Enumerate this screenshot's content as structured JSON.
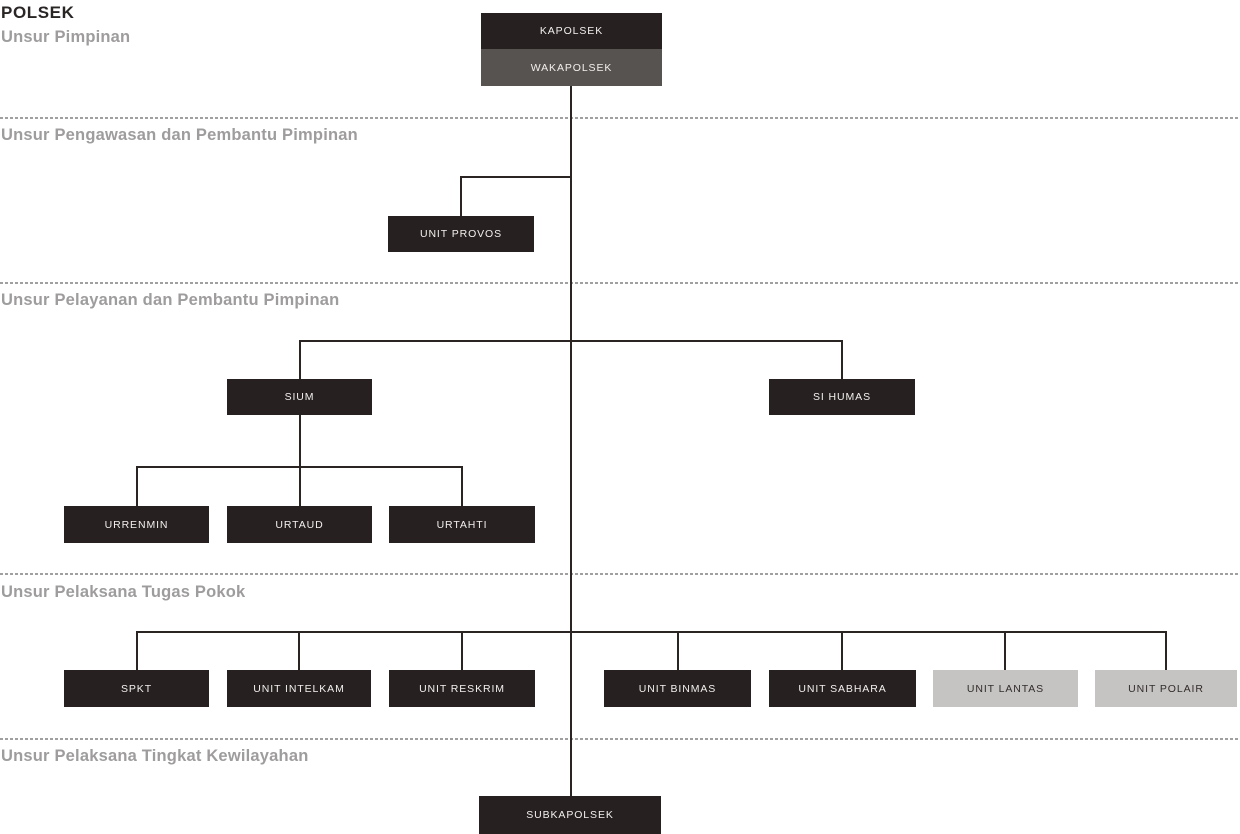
{
  "title": "POLSEK",
  "sections": [
    {
      "label": "Unsur Pimpinan"
    },
    {
      "label": "Unsur Pengawasan dan Pembantu Pimpinan"
    },
    {
      "label": "Unsur Pelayanan dan Pembantu Pimpinan"
    },
    {
      "label": "Unsur Pelaksana Tugas Pokok"
    },
    {
      "label": "Unsur Pelaksana Tingkat Kewilayahan"
    }
  ],
  "nodes": [
    {
      "label": "KAPOLSEK",
      "variant": "dark"
    },
    {
      "label": "WAKAPOLSEK",
      "variant": "gray"
    },
    {
      "label": "UNIT PROVOS",
      "variant": "dark"
    },
    {
      "label": "SIUM",
      "variant": "dark"
    },
    {
      "label": "SI HUMAS",
      "variant": "dark"
    },
    {
      "label": "URRENMIN",
      "variant": "dark"
    },
    {
      "label": "URTAUD",
      "variant": "dark"
    },
    {
      "label": "URTAHTI",
      "variant": "dark"
    },
    {
      "label": "SPKT",
      "variant": "dark"
    },
    {
      "label": "UNIT INTELKAM",
      "variant": "dark"
    },
    {
      "label": "UNIT RESKRIM",
      "variant": "dark"
    },
    {
      "label": "UNIT BINMAS",
      "variant": "dark"
    },
    {
      "label": "UNIT SABHARA",
      "variant": "dark"
    },
    {
      "label": "UNIT LANTAS",
      "variant": "light"
    },
    {
      "label": "UNIT POLAIR",
      "variant": "light"
    },
    {
      "label": "SUBKAPOLSEK",
      "variant": "dark"
    }
  ],
  "colors": {
    "background": "#ffffff",
    "node_dark": "#262120",
    "node_gray": "#575350",
    "node_light": "#c5c4c3",
    "node_text_light": "#f2f0ee",
    "node_text_dark": "#322c2a",
    "connector": "#2a2423",
    "separator": "#a0a0a0",
    "heading": "#9e9c9c",
    "title": "#2b2626"
  }
}
